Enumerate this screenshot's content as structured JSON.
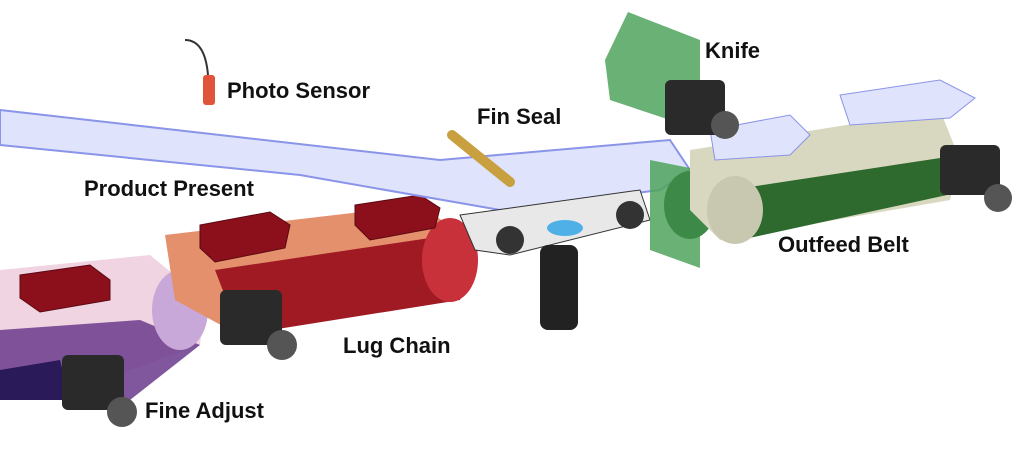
{
  "labels": {
    "photo_sensor": "Photo Sensor",
    "fin_seal": "Fin Seal",
    "knife": "Knife",
    "product_present": "Product Present",
    "outfeed_belt": "Outfeed Belt",
    "lug_chain": "Lug Chain",
    "fine_adjust": "Fine Adjust"
  },
  "colors": {
    "film": "#dfe3fb",
    "film_edge": "#8a94e8",
    "lug_chain": "#a01a24",
    "lug_chain_light": "#e4906c",
    "fine_adjust": "#6a3a8c",
    "fine_adjust_light": "#f0d4e2",
    "product": "#8c0f1c",
    "knife": "#4fa35c",
    "outfeed": "#2e6a2e",
    "motor": "#2a2a2a",
    "sensor": "#e0553a",
    "fin_seal": "#c8a040"
  }
}
